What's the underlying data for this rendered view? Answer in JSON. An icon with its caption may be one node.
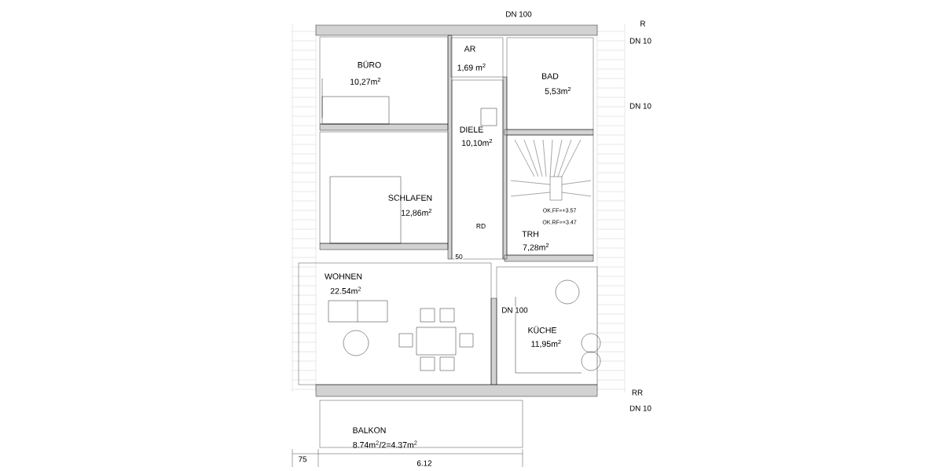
{
  "diagram": {
    "nodes": [
      {
        "text": [
          "BÜRO",
          "10,27m$^{2}$"
        ]
      },
      {
        "text": [
          "AR",
          "1,69 m$^{2}$"
        ]
      },
      {
        "text": [
          "BAD",
          "5,53m$^{2}$"
        ]
      },
      {
        "text": [
          "DIELE",
          "10,10m$^{2}$"
        ]
      },
      {
        "text": [
          "SCHLAFEN",
          "12,86m$^{2}$"
        ]
      },
      {
        "text": [
          "TRH",
          "7,28m$^{2}$"
        ]
      },
      {
        "text": [
          "WOHNEN",
          "22.54m$^{2}$"
        ]
      },
      {
        "text": [
          "KÜCHE",
          "11,95m$^{2}$"
        ]
      },
      {
        "text": [
          "BALKON",
          "8.74m$^{2}$/2=4.37m$^{2}$"
        ]
      }
    ],
    "labels": [
      "DN 100",
      "R",
      "DN 10",
      "DN 10",
      "RD",
      "OK.FF=+3.57",
      "OK.RF=+3.47",
      "50",
      "DN 100",
      "RR",
      "DN 10",
      "75",
      "6.12"
    ]
  }
}
